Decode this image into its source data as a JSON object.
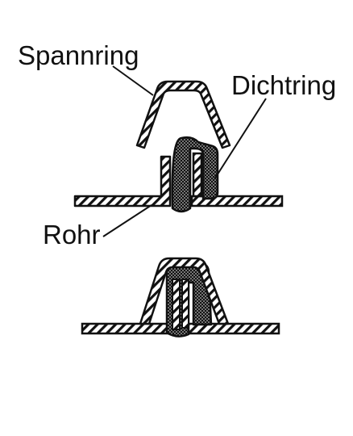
{
  "labels": {
    "clamp_ring": "Spannring",
    "sealing_ring": "Dichtring",
    "pipe": "Rohr"
  },
  "colors": {
    "ink": "#111111",
    "paper": "#ffffff"
  }
}
